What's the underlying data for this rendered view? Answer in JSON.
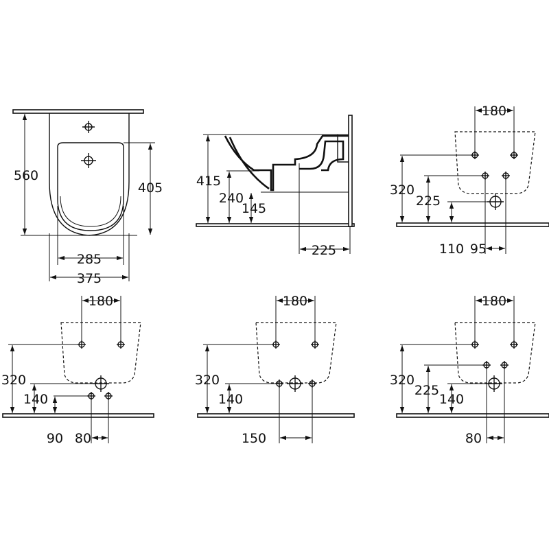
{
  "drawing": {
    "front_view": {
      "total_height": "560",
      "bowl_height": "405",
      "bowl_width": "285",
      "total_width": "375"
    },
    "side_view": {
      "height_415": "415",
      "height_240": "240",
      "height_145": "145",
      "depth_225": "225"
    },
    "install_top_right": {
      "spacing_180": "180",
      "height_320": "320",
      "height_225": "225",
      "height_110": "110",
      "offset_95": "95"
    },
    "install_bottom_left": {
      "spacing_180": "180",
      "height_320": "320",
      "height_140": "140",
      "offset_90": "90",
      "spacing_80": "80"
    },
    "install_bottom_middle": {
      "spacing_180": "180",
      "height_320": "320",
      "height_140": "140",
      "spacing_150": "150"
    },
    "install_bottom_right": {
      "spacing_180": "180",
      "height_320": "320",
      "height_225": "225",
      "height_140": "140",
      "spacing_80": "80"
    }
  }
}
